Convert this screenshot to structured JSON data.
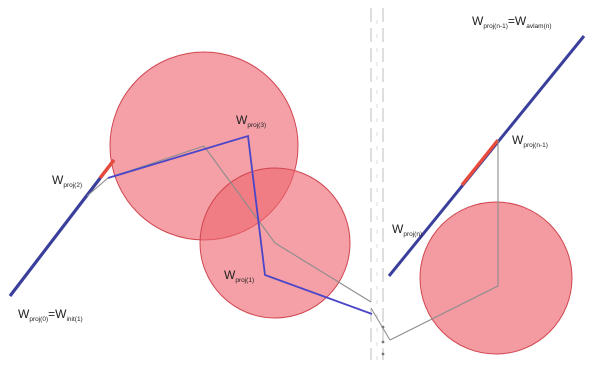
{
  "colors": {
    "circle_fill": "#ee6670",
    "circle_stroke": "#d04650",
    "projection_line": "#3a3f9c",
    "projection_segment": "#e84a3c",
    "path_blue": "#4b46c8",
    "path_gray": "#8c8c8c",
    "axis_dashed": "#c8c8c8",
    "label_text": "#222222"
  },
  "labels": {
    "w_proj_left": {
      "base": "W",
      "sub": "proj(2)"
    },
    "w_proj_top": {
      "base": "W",
      "sub": "proj(3)"
    },
    "w_proj_mid": {
      "base": "W",
      "sub": "proj(1)"
    },
    "w_proj_bottom_left": {
      "base1": "W",
      "sub1": "proj(0)",
      "eq": "=W",
      "base2": "",
      "sub2": "init(1)"
    },
    "w_proj_right_top": {
      "base1": "W",
      "sub1": "proj(n-1)",
      "eq": "=W",
      "base2": "",
      "sub2": "avlam(n)"
    },
    "w_proj_right_mid": {
      "base": "W",
      "sub": "proj(n-1)"
    },
    "w_proj_right_low": {
      "base": "W",
      "sub": "proj(n)"
    }
  }
}
